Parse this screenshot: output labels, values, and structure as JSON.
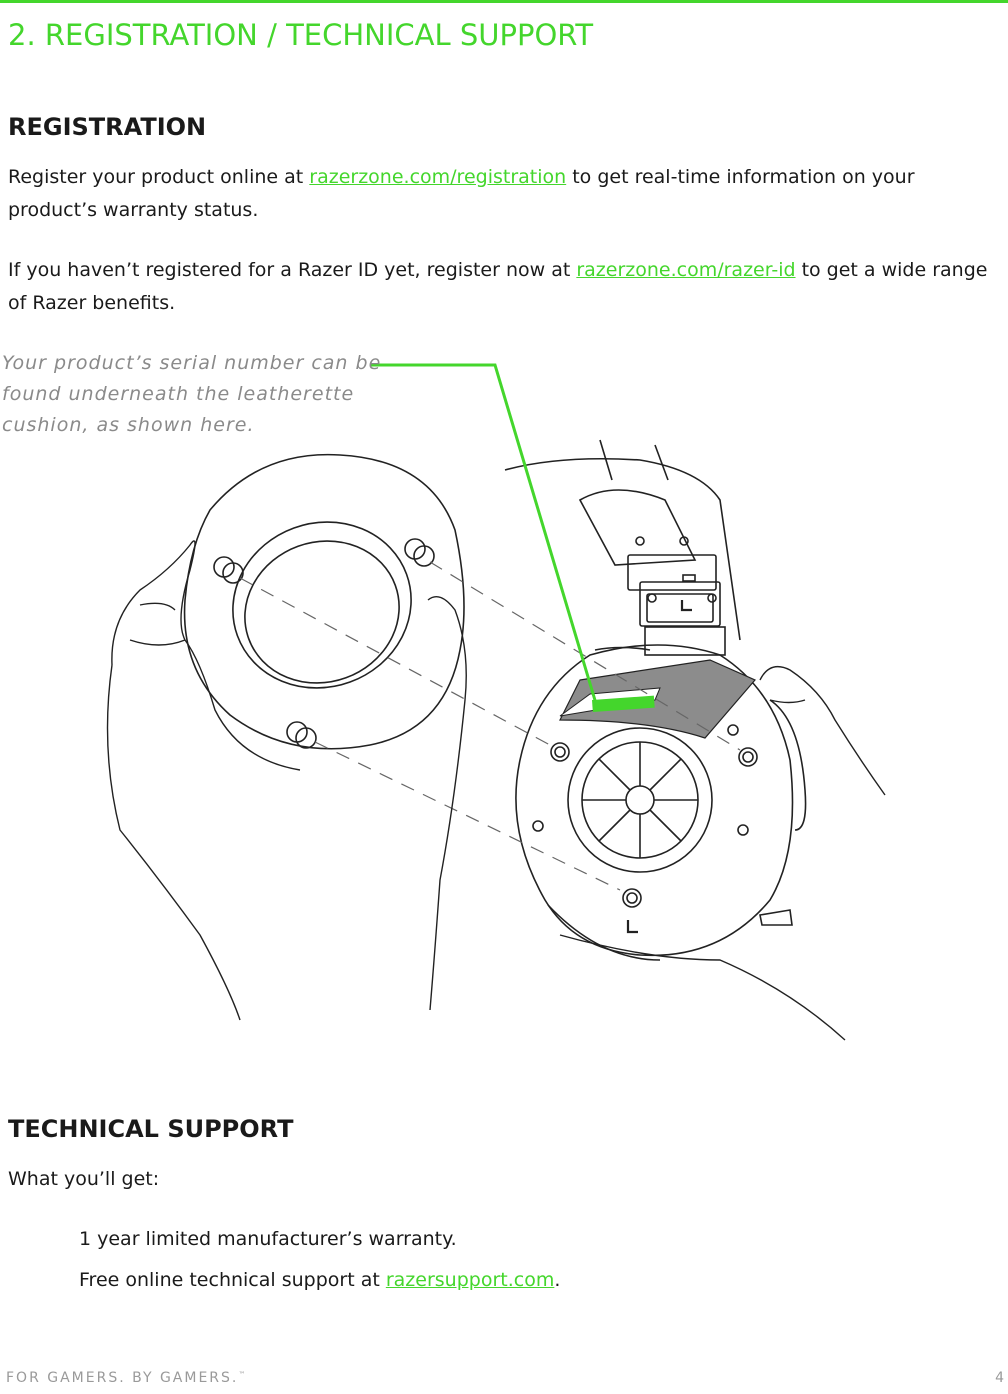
{
  "heading": "2. REGISTRATION / TECHNICAL SUPPORT",
  "registration": {
    "title": "REGISTRATION",
    "p1_before": "Register your product online at ",
    "p1_link": "razerzone.com/registration",
    "p1_after": " to get real-time information on your product’s warranty status.",
    "p2_before": "If you haven’t registered for a Razer ID yet, register now at ",
    "p2_link": "razerzone.com/razer-id",
    "p2_after": " to get a wide range of Razer benefits.",
    "caption": "Your product’s serial number can be found underneath the leatherette cushion, as shown here."
  },
  "support": {
    "title": "TECHNICAL SUPPORT",
    "intro": "What you’ll get:",
    "bullet1": "1 year limited manufacturer’s warranty.",
    "bullet2_before": "Free online technical support at ",
    "bullet2_link": "razersupport.com",
    "bullet2_after": "."
  },
  "footer": {
    "slogan": "FOR GAMERS. BY GAMERS.",
    "tm": "™",
    "page_number": "4"
  },
  "colors": {
    "accent": "#44d62c",
    "text": "#1a1a1a",
    "muted": "#8a8a8a",
    "panel_gray": "#8c8c8c"
  },
  "icons": [
    "headset-illustration",
    "hand-illustration",
    "ear-cushion-illustration",
    "serial-label-icon",
    "leader-line"
  ]
}
